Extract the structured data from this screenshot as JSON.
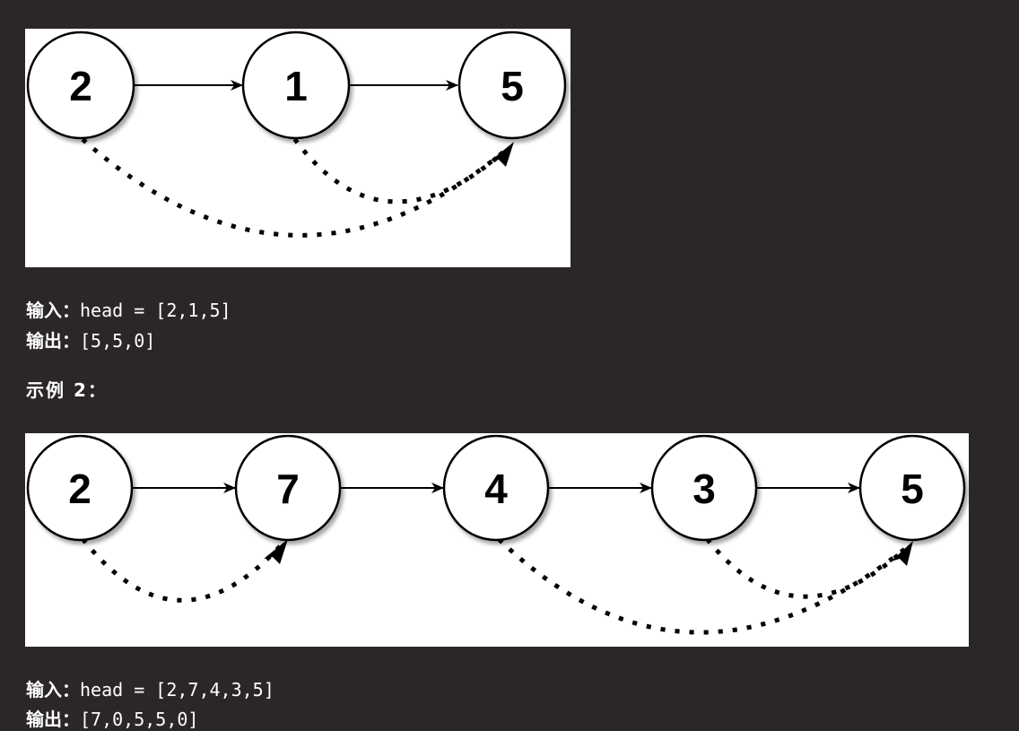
{
  "example1": {
    "nodes": [
      "2",
      "1",
      "5"
    ],
    "input_label": "输入：",
    "input_value": "head = [2,1,5]",
    "output_label": "输出：",
    "output_value": "[5,5,0]"
  },
  "example2": {
    "heading": "示例 2：",
    "nodes": [
      "2",
      "7",
      "4",
      "3",
      "5"
    ],
    "input_label": "输入：",
    "input_value": "head = [2,7,4,3,5]",
    "output_label": "输出：",
    "output_value": "[7,0,5,5,0]"
  }
}
